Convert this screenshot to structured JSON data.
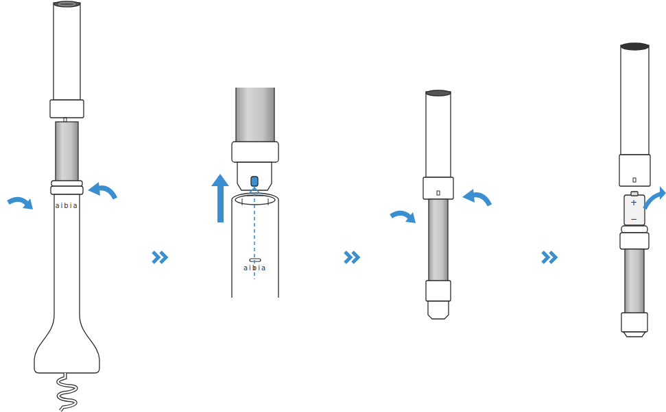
{
  "diagram": {
    "labels": [
      "aibia",
      "aibia",
      "+",
      "−"
    ]
  }
}
